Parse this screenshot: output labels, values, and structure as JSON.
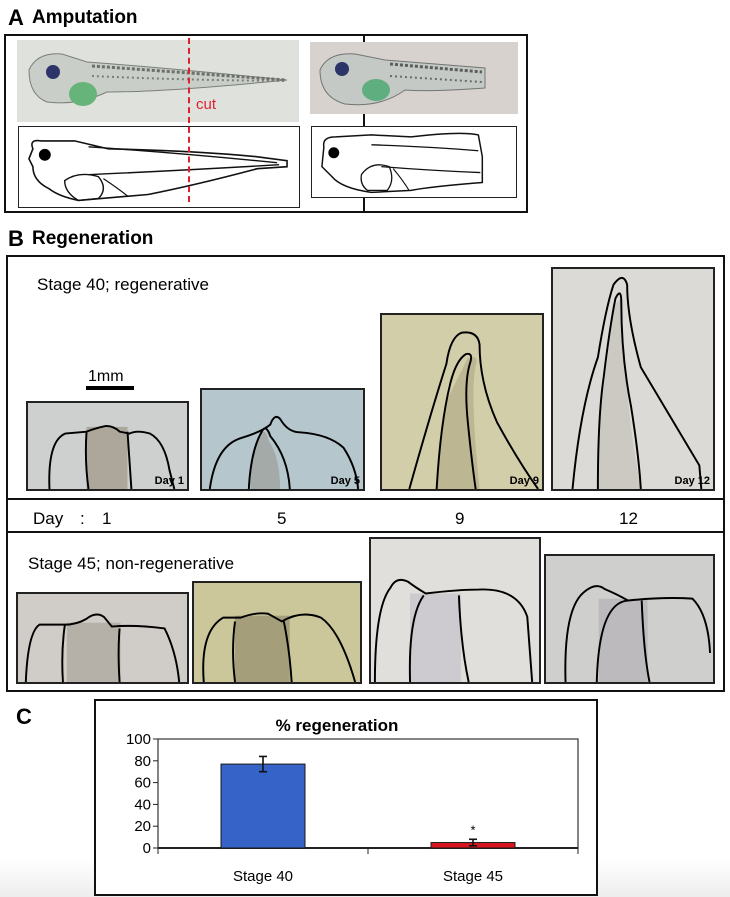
{
  "panel_a": {
    "letter": "A",
    "title": "Amputation",
    "cut_label": "cut",
    "cut_color": "#e0202e"
  },
  "panel_b": {
    "letter": "B",
    "title": "Regeneration",
    "stage40_label": "Stage 40; regenerative",
    "stage45_label": "Stage 45; non-regenerative",
    "scale_bar_label": "1mm",
    "day_prefix": "Day",
    "day_separator": ":",
    "days": [
      "1",
      "5",
      "9",
      "12"
    ],
    "photo_labels": [
      "Day 1",
      "Day 5",
      "Day 9",
      "Day 12"
    ]
  },
  "panel_c": {
    "letter": "C"
  },
  "chart_data": {
    "type": "bar",
    "title": "% regeneration",
    "categories": [
      "Stage 40",
      "Stage 45"
    ],
    "values": [
      77,
      5
    ],
    "errors": [
      7,
      3
    ],
    "colors": [
      "#3563c8",
      "#d9161f"
    ],
    "significance": [
      "",
      "*"
    ],
    "xlabel": "",
    "ylabel": "",
    "ylim": [
      0,
      100
    ],
    "yticks": [
      "0",
      "20",
      "40",
      "60",
      "80",
      "100"
    ],
    "grid": false,
    "legend": "none"
  }
}
